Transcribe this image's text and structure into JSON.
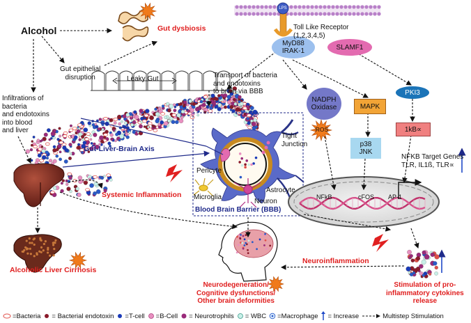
{
  "labels": {
    "alcohol": "Alcohol",
    "gut_dysbiosis": "Gut dysbiosis",
    "gut_epithelial": "Gut epithelial\ndisruption",
    "leaky_gut": "Leaky Gut",
    "transport": "Transport of bacteria\nand endotoxins\nto brain via BBB",
    "infiltrations": "Infiltrations of\nbacteria\nand endotoxins\ninto blood\nand liver",
    "axis": "Gut-Liver-Brain Axis",
    "tight_junction": "Tight\nJunction",
    "pericyte": "Pericyte",
    "microglia": "Microglia",
    "neuron": "Neuron",
    "astrocyte": "Astrocyte",
    "bbb": "Blood Brain Barrier (BBB)",
    "systemic": "Systemic Inflammation",
    "cirrhosis": "Alcoholic Liver Cirrhosis",
    "neuroinflammation": "Neuroinflammation",
    "neurodegeneration": "Neurodegeneration/\nCognitive dysfunctions/\nOther brain deformities",
    "stimulation": "Stimulation of pro-\ninflammatory cytokines\nrelease",
    "tlr": "Toll Like Receptor\n(1,2,3,4,5)",
    "lps": "LPS",
    "myd88": "MyD88\nIRAK-1",
    "slamf1": "SLAMF1",
    "nadph": "NADPH\nOxidase",
    "mapk": "MAPK",
    "pki3": "PKI3",
    "ikb": "1kB∝",
    "ros": "ROS",
    "p38": "p38\nJNK",
    "nfkb_target": "NFKB Target Genes\nTLR, IL1ß, TLR∝",
    "nfkb": "NFkB",
    "cfos": "cFOS",
    "ap1": "AP-1"
  },
  "legend": [
    {
      "icon": "bacteria-icon",
      "text": "=Bacteria"
    },
    {
      "icon": "endotoxin-icon",
      "text": "= Bacterial endotoxin"
    },
    {
      "icon": "t-cell-icon",
      "text": "=T-cell"
    },
    {
      "icon": "b-cell-icon",
      "text": "=B-Cell"
    },
    {
      "icon": "neurotrophil-icon",
      "text": "= Neurotrophils"
    },
    {
      "icon": "wbc-icon",
      "text": "= WBC"
    },
    {
      "icon": "macrophage-icon",
      "text": "=Macrophage"
    },
    {
      "icon": "increase-icon",
      "text": "= Increase"
    },
    {
      "icon": "multistep-icon",
      "text": "Multistep Stimulation"
    }
  ],
  "colors": {
    "red_label": "#e02020",
    "blue_label": "#1f2a8a",
    "myd88": "#9cc0ee",
    "slamf1": "#e36bb0",
    "nadph": "#7478c8",
    "mapk": "#f2a436",
    "pki3": "#1b74b8",
    "ikb": "#f08080",
    "p38": "#a8d8f0",
    "liver": "#7a2a22",
    "burst_orange": "#f07a1a"
  }
}
